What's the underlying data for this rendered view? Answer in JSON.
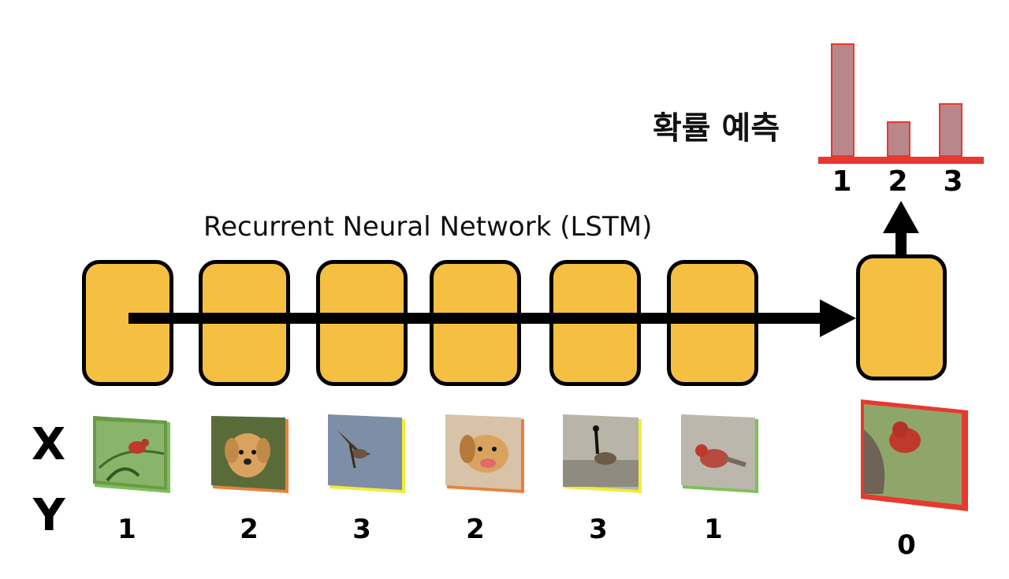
{
  "title": "Recurrent Neural Network (LSTM)",
  "prediction_label": "확률 예측",
  "row_labels": {
    "x": "X",
    "y": "Y"
  },
  "chart_data": {
    "type": "bar",
    "categories": [
      "1",
      "2",
      "3"
    ],
    "values": [
      1.0,
      0.31,
      0.47
    ]
  },
  "sequence": [
    {
      "y": "1",
      "subject": "bird",
      "frame_color": "#7fbf5a"
    },
    {
      "y": "2",
      "subject": "dog",
      "frame_color": "#e8823c"
    },
    {
      "y": "3",
      "subject": "goose",
      "frame_color": "#f2ec3a"
    },
    {
      "y": "2",
      "subject": "dog",
      "frame_color": "#e8823c"
    },
    {
      "y": "3",
      "subject": "goose",
      "frame_color": "#f2ec3a"
    },
    {
      "y": "1",
      "subject": "bird",
      "frame_color": "#7fbf5a"
    }
  ],
  "query": {
    "y": "0",
    "subject": "bird",
    "frame_color": "#e8382f"
  },
  "colors": {
    "cell": "#f5bf42",
    "bar": "#b9868c",
    "accent_red": "#e8382f"
  }
}
